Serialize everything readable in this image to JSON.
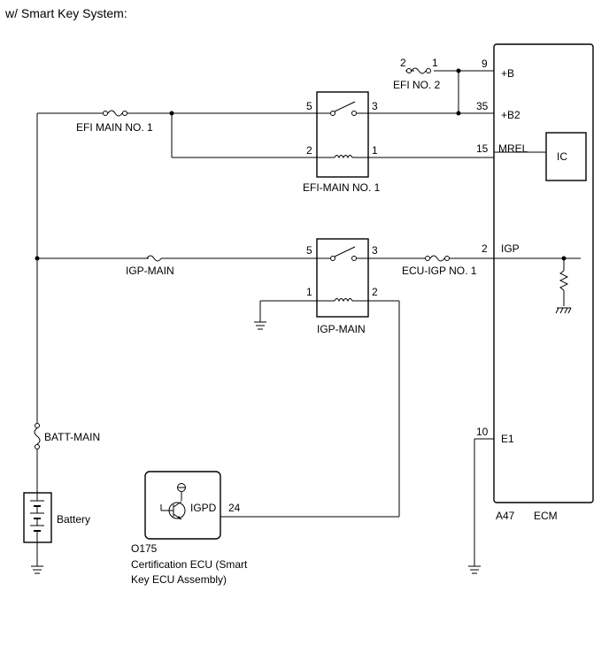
{
  "header": "w/ Smart Key System:",
  "fuses": {
    "efi_no2": "EFI NO. 2",
    "efi_main_no1": "EFI MAIN NO. 1",
    "igp_main": "IGP-MAIN",
    "ecu_igp_no1": "ECU-IGP NO. 1",
    "batt_main": "BATT-MAIN"
  },
  "relays": {
    "efi_main_no1": "EFI-MAIN NO. 1",
    "igp_main": "IGP-MAIN"
  },
  "pins": {
    "efi_no2_a": "2",
    "efi_no2_b": "1",
    "ecm_9": "9",
    "ecm_35": "35",
    "ecm_15": "15",
    "ecm_2": "2",
    "ecm_10": "10",
    "r1_5": "5",
    "r1_3": "3",
    "r1_2": "2",
    "r1_1": "1",
    "r2_5": "5",
    "r2_3": "3",
    "r2_1": "1",
    "r2_2": "2",
    "cert_24": "24"
  },
  "ecm": {
    "b": "+B",
    "b2": "+B2",
    "mrel": "MREL",
    "ic": "IC",
    "igp": "IGP",
    "e1": "E1",
    "connector": "A47",
    "name": "ECM"
  },
  "battery": "Battery",
  "cert": {
    "igpd": "IGPD",
    "code": "O175",
    "name_line1": "Certification ECU (Smart",
    "name_line2": "Key ECU Assembly)"
  }
}
